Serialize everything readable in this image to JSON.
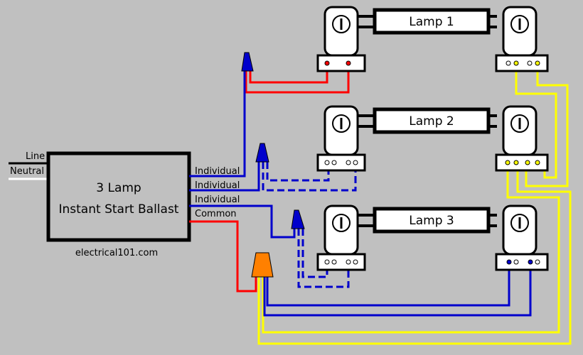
{
  "ballast": {
    "line1": "3 Lamp",
    "line2": "Instant Start Ballast",
    "website": "electrical101.com"
  },
  "supply": {
    "line": "Line",
    "neutral": "Neutral"
  },
  "wires": {
    "individual_1": "Individual",
    "individual_2": "Individual",
    "individual_3": "Individual",
    "common": "Common"
  },
  "lamps": [
    "Lamp 1",
    "Lamp 2",
    "Lamp 3"
  ],
  "colors": {
    "background": "#c0c0c0",
    "red": "#ff0000",
    "blue": "#0000cc",
    "yellow": "#ffff00",
    "orange": "#ff8000",
    "lamp_fill": "#ffffff",
    "outline": "#000000"
  },
  "wire_nuts": [
    "blue-wire-nut",
    "blue-wire-nut",
    "blue-wire-nut",
    "orange-wire-nut"
  ]
}
